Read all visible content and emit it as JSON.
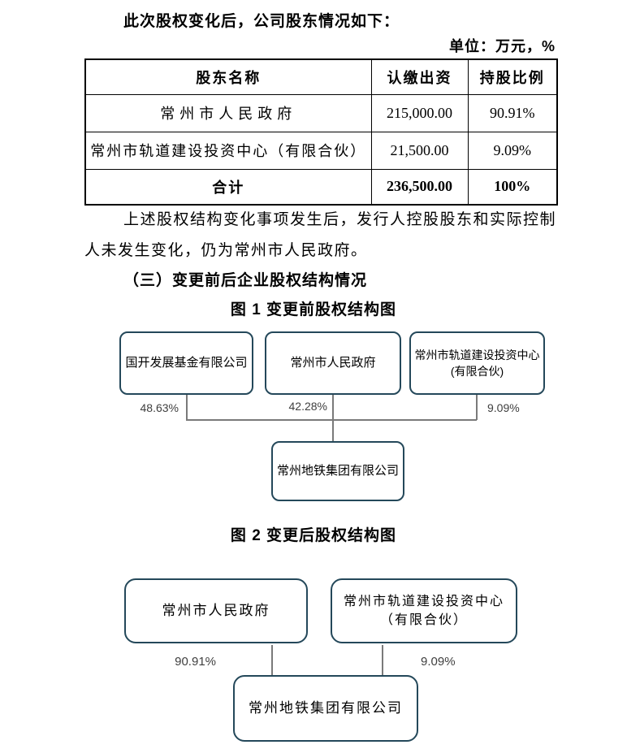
{
  "document": {
    "intro": "此次股权变化后，公司股东情况如下：",
    "unit_note": "单位：万元，%",
    "paragraph_line1": "上述股权结构变化事项发生后，发行人控股股东和实际控制",
    "paragraph_line2": "人未发生变化，仍为常州市人民政府。",
    "section_heading": "（三）变更前后企业股权结构情况"
  },
  "table": {
    "headers": [
      "股东名称",
      "认缴出资",
      "持股比例"
    ],
    "rows": [
      {
        "name": "常州市人民政府",
        "capital": "215,000.00",
        "ratio": "90.91%"
      },
      {
        "name": "常州市轨道建设投资中心（有限合伙）",
        "capital": "21,500.00",
        "ratio": "9.09%"
      },
      {
        "name": "合计",
        "capital": "236,500.00",
        "ratio": "100%"
      }
    ]
  },
  "figure1": {
    "title": "图 1 变更前股权结构图",
    "shareholders": [
      {
        "name": "国开发展基金有限公司",
        "pct": "48.63%"
      },
      {
        "name": "常州市人民政府",
        "pct": "42.28%"
      },
      {
        "name": "常州市轨道建设投资中心",
        "sub": "(有限合伙)",
        "pct": "9.09%"
      }
    ],
    "company": "常州地铁集团有限公司"
  },
  "figure2": {
    "title": "图 2 变更后股权结构图",
    "shareholders": [
      {
        "name": "常州市人民政府",
        "pct": "90.91%"
      },
      {
        "name": "常州市轨道建设投资中心",
        "sub": "（有限合伙）",
        "pct": "9.09%"
      }
    ],
    "company": "常州地铁集团有限公司"
  },
  "colors": {
    "box_border": "#24485a",
    "connector": "#7a7a7a",
    "text": "#000000",
    "pct_text": "#3f3f3f"
  }
}
